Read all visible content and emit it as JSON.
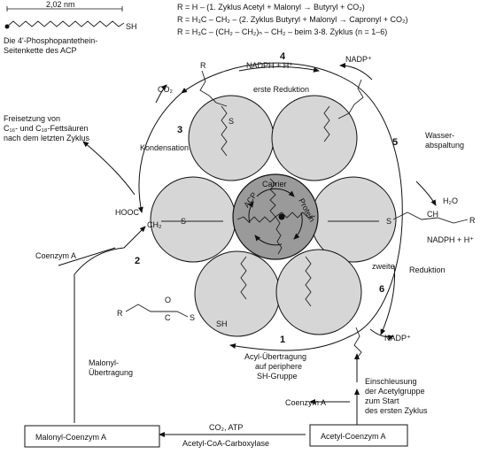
{
  "header": {
    "length": "2,02 nm",
    "sh": "SH",
    "desc_line1": "Die 4'-Phosphopantethein-",
    "desc_line2": "Seitenkette des ACP"
  },
  "r_lines": [
    "R = H –    (1. Zyklus Acetyl + Malonyl → Butyryl + CO₂)",
    "R = H₃C – CH₂ –  (2. Zyklus Butyryl + Malonyl → Capronyl + CO₂)",
    "R = H₃C – (CH₂ – CH₂)ₙ – CH₂ – beim 3-8. Zyklus  (n = 1–6)"
  ],
  "steps": {
    "s1": "1",
    "s2": "2",
    "s3": "3",
    "s4": "4",
    "s5": "5",
    "s6": "6"
  },
  "labels": {
    "nadph_top": "NADPH + H⁺",
    "nadp_top": "NADP⁺",
    "erste_reduktion": "erste Reduktion",
    "co2_top": "CO₂",
    "kondensation": "Kondensation",
    "freisetzung_1": "Freisetzung von",
    "freisetzung_2": "C₁₆- und C₁₈-Fettsäuren",
    "freisetzung_3": "nach dem letzten Zyklus",
    "wasser_1": "Wasser-",
    "wasser_2": "abspaltung",
    "h2o": "H₂O",
    "nadph_right": "NADPH + H⁺",
    "zweite": "zweite",
    "reduktion": "Reduktion",
    "nadp_right": "NADP⁺",
    "coenzym_a_left": "Coenzym A",
    "acyl_1": "Acyl-Übertragung",
    "acyl_2": "auf periphere",
    "acyl_3": "SH-Gruppe",
    "malonyl_1": "Malonyl-",
    "malonyl_2": "Übertragung",
    "einschl_1": "Einschleusung",
    "einschl_2": "der Acetylgruppe",
    "einschl_3": "zum Start",
    "einschl_4": "des ersten Zyklus",
    "coenzym_a_right": "Coenzym A",
    "co2_atp": "CO₂, ATP",
    "carboxylase": "Acetyl-CoA-Carboxylase",
    "malonyl_coa": "Malonyl-Coenzym A",
    "acetyl_coa": "Acetyl-Coenzym A",
    "carrier": "Carrier",
    "acp": "ACP",
    "protein": "Protein",
    "hooc": "HOOC",
    "ch2": "CH₂",
    "s": "S",
    "r": "R",
    "o": "O",
    "c": "C",
    "ch": "CH",
    "sh": "SH"
  }
}
